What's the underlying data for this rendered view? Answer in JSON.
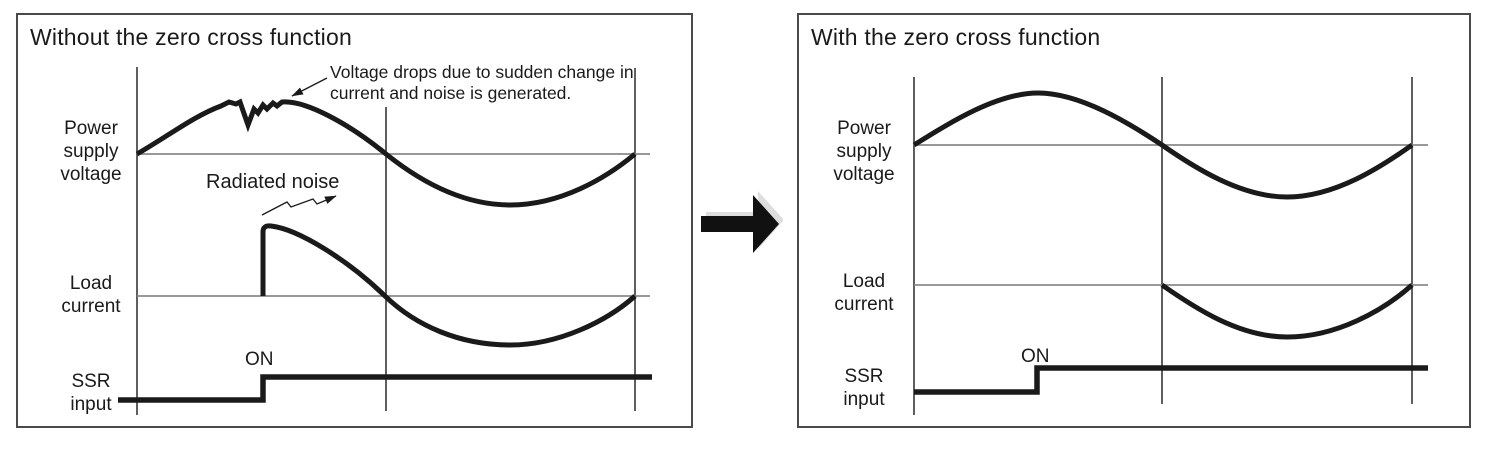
{
  "colors": {
    "ink": "#1a1a1a",
    "axis_gray": "#8a8a8a",
    "border_gray": "#4a4a4a",
    "arrow_shadow": "#dedede"
  },
  "left_panel": {
    "title": "Without the zero cross function",
    "annotation_line1": "Voltage drops due to sudden change in",
    "annotation_line2": "current and noise is generated.",
    "radiated_noise_label": "Radiated noise",
    "on_label": "ON",
    "row_labels": {
      "power_line1": "Power",
      "power_line2": "supply",
      "power_line3": "voltage",
      "load_line1": "Load",
      "load_line2": "current",
      "ssr_line1": "SSR",
      "ssr_line2": "input"
    }
  },
  "right_panel": {
    "title": "With the zero cross function",
    "on_label": "ON",
    "row_labels": {
      "power_line1": "Power",
      "power_line2": "supply",
      "power_line3": "voltage",
      "load_line1": "Load",
      "load_line2": "current",
      "ssr_line1": "SSR",
      "ssr_line2": "input"
    }
  }
}
